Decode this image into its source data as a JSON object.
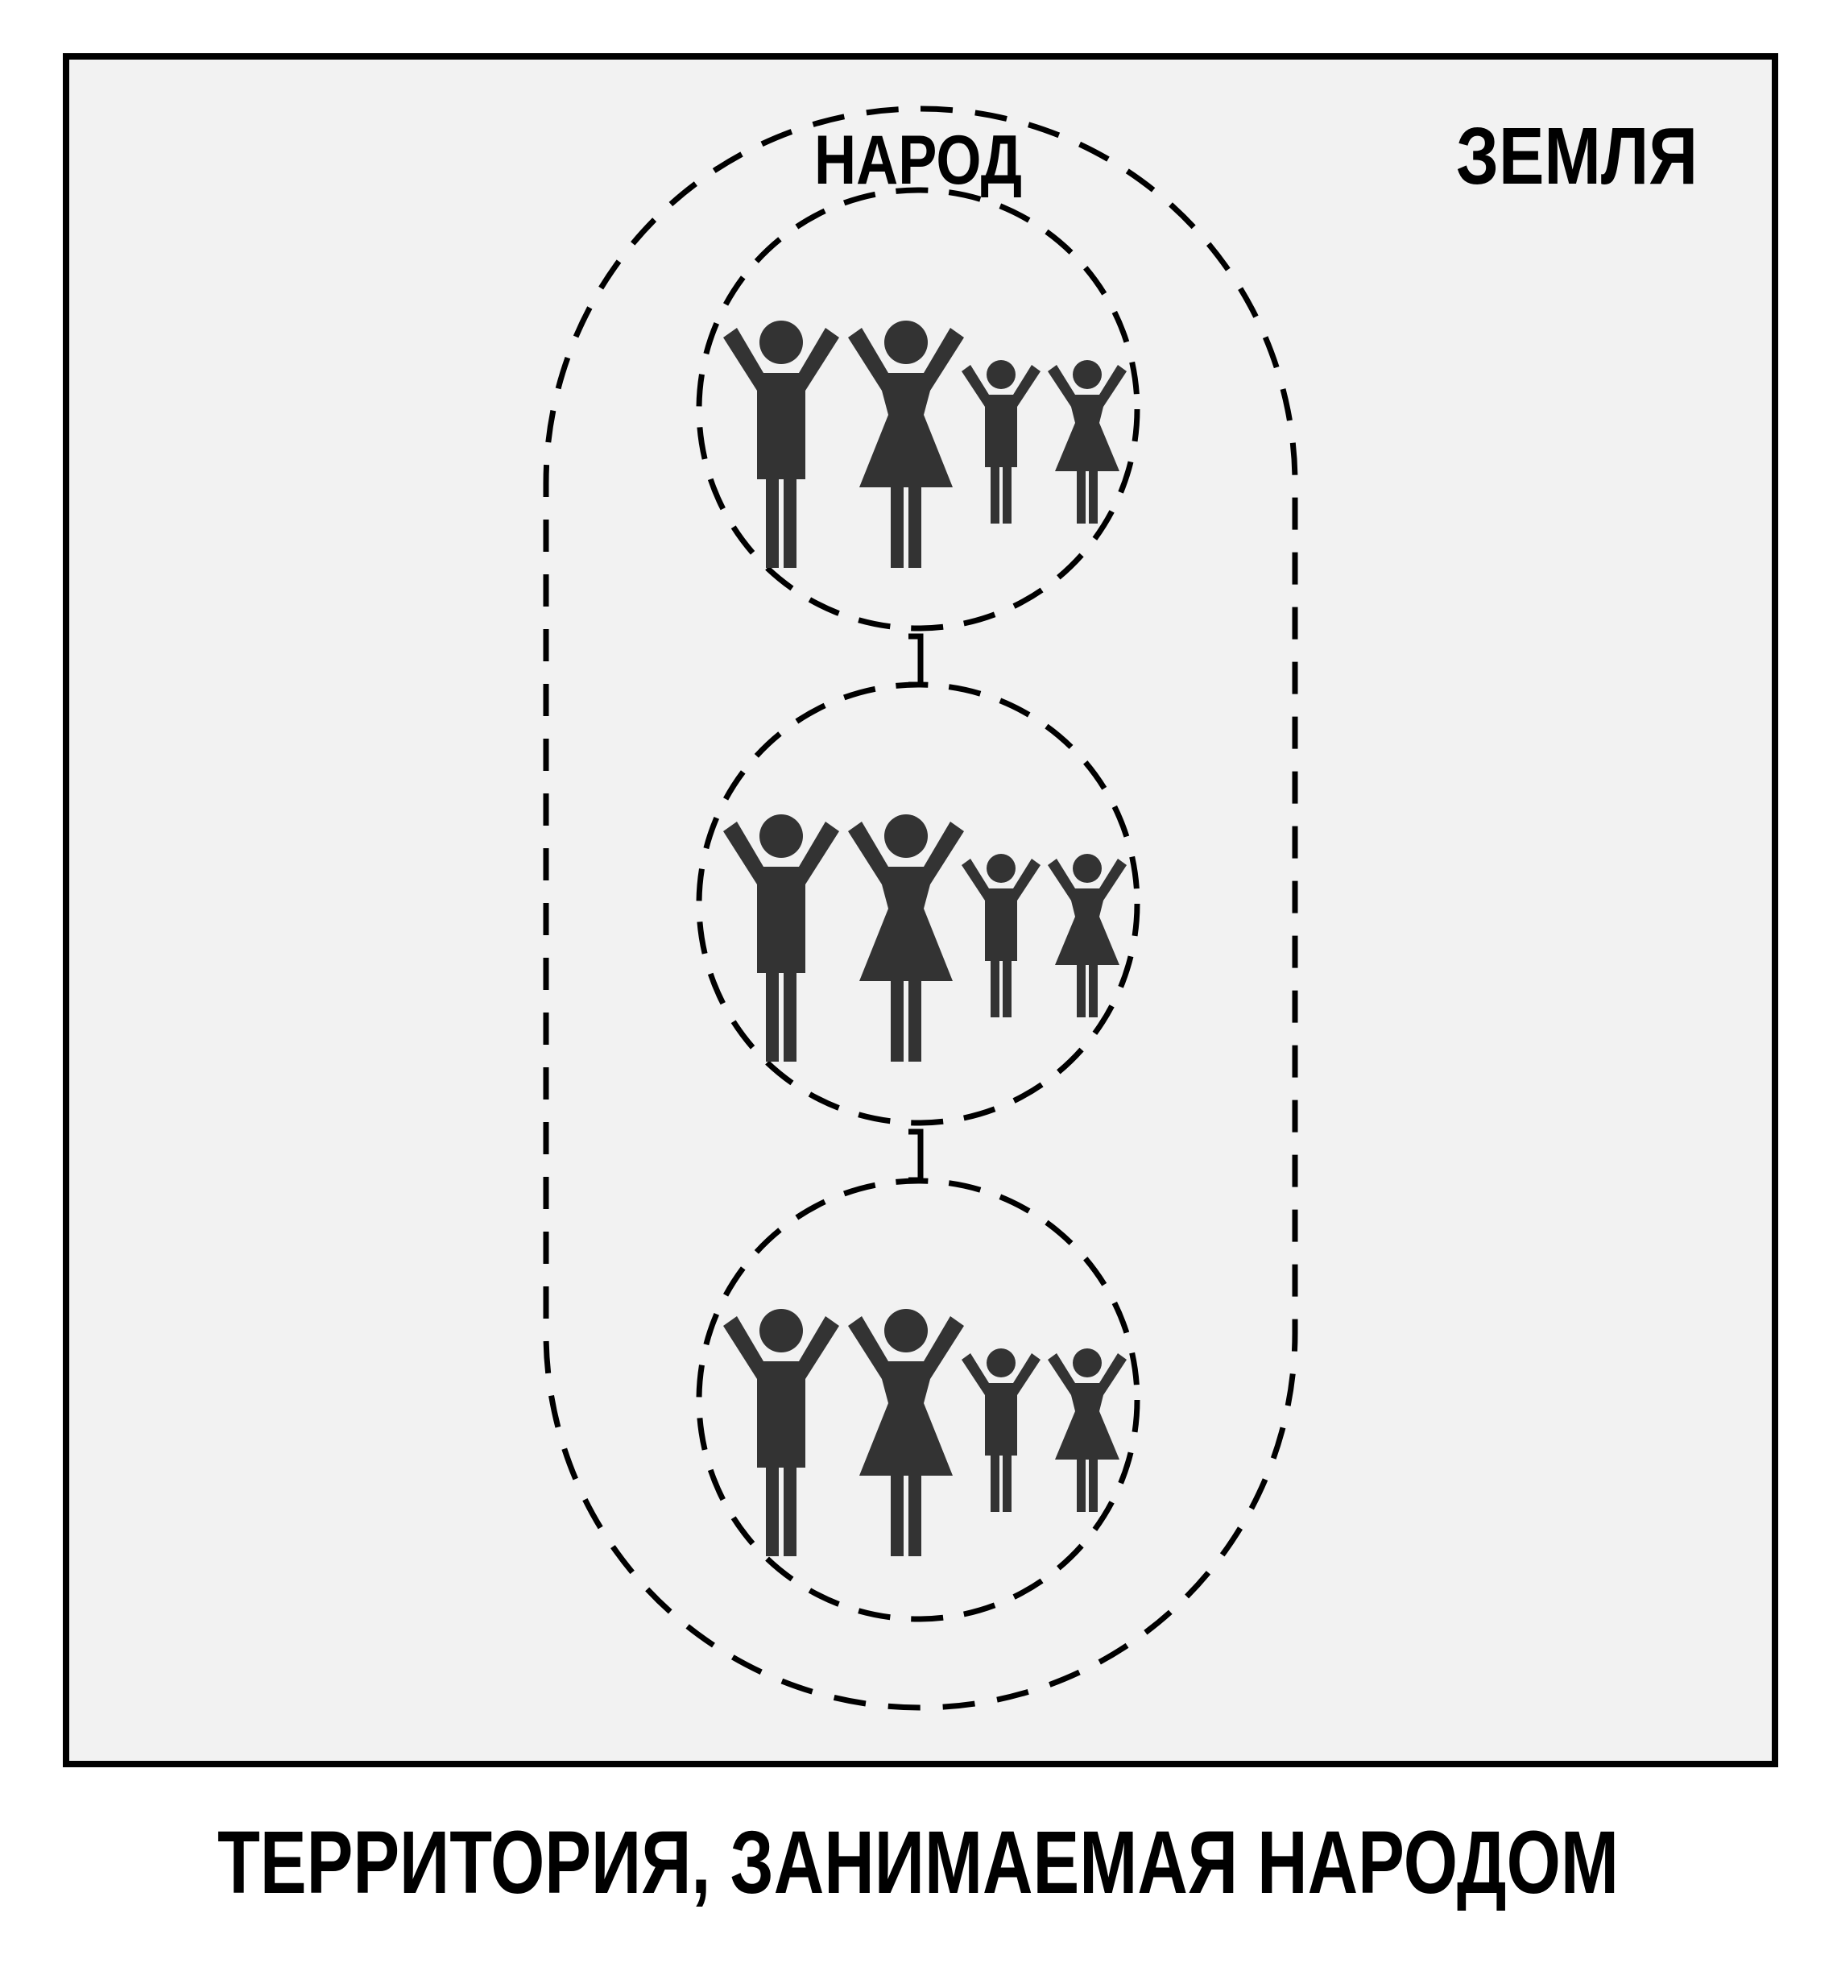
{
  "diagram": {
    "land_label": "ЗЕМЛЯ",
    "people_label": "НАРОД",
    "caption": "ТЕРРИТОРИЯ, ЗАНИМАЕМАЯ НАРОДОМ",
    "families": [
      {
        "members": [
          "man",
          "woman",
          "boy",
          "girl"
        ]
      },
      {
        "members": [
          "man",
          "woman",
          "boy",
          "girl"
        ]
      },
      {
        "members": [
          "man",
          "woman",
          "boy",
          "girl"
        ]
      }
    ],
    "colors": {
      "background": "#ffffff",
      "land_fill": "#f2f2f2",
      "stroke": "#000000",
      "figure": "#333333"
    }
  }
}
